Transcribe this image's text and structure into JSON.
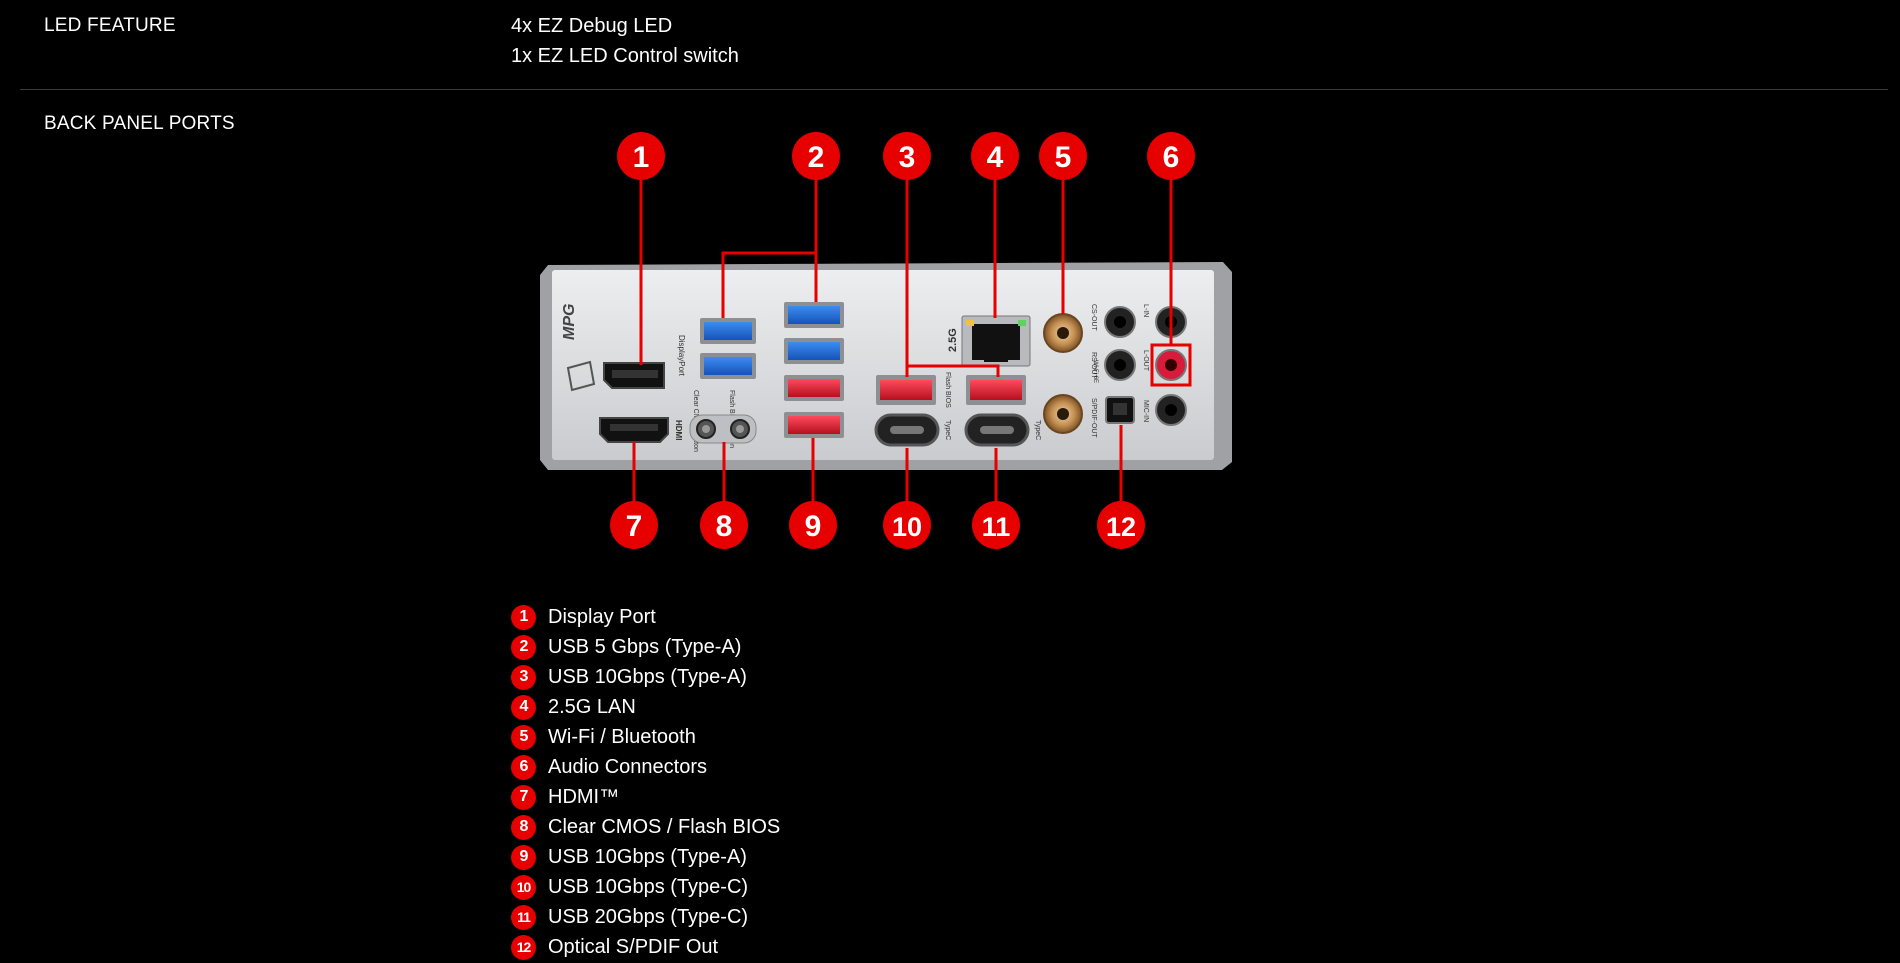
{
  "led_feature": {
    "label": "LED FEATURE",
    "values": [
      "4x EZ Debug LED",
      "1x EZ LED Control switch"
    ]
  },
  "back_panel": {
    "label": "BACK PANEL PORTS",
    "panel_text": {
      "brand": "MPG",
      "displayport": "DisplayPort",
      "hdmi": "HDMI",
      "clear_cmos": "Clear CMOS Button",
      "flash_bios": "Flash BIOS Button",
      "typec_a": "TypeC",
      "typec_b": "TypeC",
      "flash_bios_port": "Flash BIOS",
      "lan_speed": "2.5G",
      "wifi": "Wi-Fi 6E",
      "cs_out": "CS-OUT",
      "rs_out": "RS-OUT",
      "spdif": "S/PDIF-OUT",
      "l_in": "L-IN",
      "l_out": "L-OUT",
      "mic_in": "MIC-IN"
    },
    "callouts": [
      "1",
      "2",
      "3",
      "4",
      "5",
      "6",
      "7",
      "8",
      "9",
      "10",
      "11",
      "12"
    ],
    "legend": [
      {
        "num": "1",
        "label": "Display Port"
      },
      {
        "num": "2",
        "label": "USB 5 Gbps (Type-A)"
      },
      {
        "num": "3",
        "label": "USB 10Gbps (Type-A)"
      },
      {
        "num": "4",
        "label": "2.5G LAN"
      },
      {
        "num": "5",
        "label": "Wi-Fi / Bluetooth"
      },
      {
        "num": "6",
        "label": "Audio Connectors"
      },
      {
        "num": "7",
        "label": "HDMI™"
      },
      {
        "num": "8",
        "label": "Clear CMOS / Flash BIOS"
      },
      {
        "num": "9",
        "label": "USB 10Gbps (Type-A)"
      },
      {
        "num": "10",
        "label": "USB 10Gbps (Type-C)"
      },
      {
        "num": "11",
        "label": "USB 20Gbps (Type-C)"
      },
      {
        "num": "12",
        "label": "Optical S/PDIF Out"
      }
    ]
  },
  "colors": {
    "background": "#000000",
    "accent_red": "#e60000",
    "usb_blue": "#1f6fd6",
    "usb_red": "#e0243a",
    "panel_silver": "#d9dadc"
  }
}
